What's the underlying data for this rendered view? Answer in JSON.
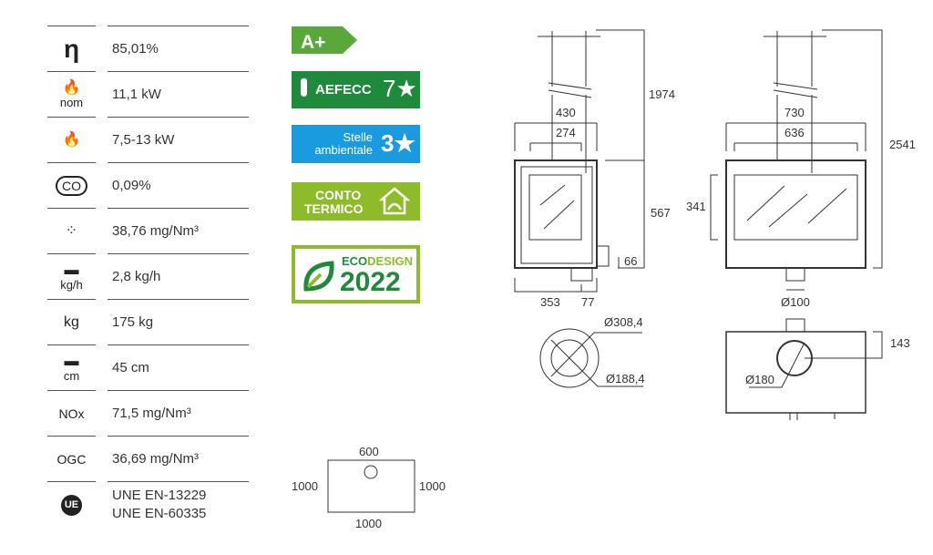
{
  "specs": [
    {
      "icon": "efficiency-eta-icon",
      "symbol": "η",
      "sub": "",
      "value": "85,01%"
    },
    {
      "icon": "nominal-power-flame-icon",
      "symbol": "🔥",
      "sub": "nom",
      "value": "11,1 kW"
    },
    {
      "icon": "power-range-flames-icon",
      "symbol": "🔥",
      "sub": "",
      "value": "7,5-13 kW"
    },
    {
      "icon": "co-cloud-icon",
      "symbol": "CO",
      "sub": "",
      "value": "0,09%"
    },
    {
      "icon": "particulate-dots-icon",
      "symbol": "⁘",
      "sub": "",
      "value": "38,76 mg/Nm³"
    },
    {
      "icon": "wood-consumption-icon",
      "symbol": "▬",
      "sub": "kg/h",
      "value": "2,8 kg/h"
    },
    {
      "icon": "weight-icon",
      "symbol": "kg",
      "sub": "",
      "value": "175 kg"
    },
    {
      "icon": "log-length-icon",
      "symbol": "▬",
      "sub": "cm",
      "value": "45 cm"
    },
    {
      "icon": "nox-label",
      "symbol": "NOx",
      "sub": "",
      "value": "71,5 mg/Nm³"
    },
    {
      "icon": "ogc-label",
      "symbol": "OGC",
      "sub": "",
      "value": "36,69 mg/Nm³"
    },
    {
      "icon": "ue-seal-icon",
      "symbol": "UE",
      "sub": "",
      "value": "UNE EN-13229\nUNE EN-60335"
    }
  ],
  "badges": {
    "energy_class": "A+",
    "aefecc_label": "AEFECC",
    "aefecc_stars": "7★",
    "stelle_line1": "Stelle",
    "stelle_line2": "ambientale",
    "stelle_stars": "3★",
    "conto_line1": "CONTO",
    "conto_line2": "TERMICO",
    "eco_a": "ECO",
    "eco_b": "DESIGN",
    "eco_year": "2022"
  },
  "colors": {
    "green": "#5aa83a",
    "dark_green": "#1f8a3c",
    "blue": "#1a9be0",
    "lime": "#8dbb2a"
  },
  "dims": {
    "side": {
      "h_total": "1974",
      "h_body": "567",
      "w_outer": "430",
      "w_inner": "274",
      "d1": "353",
      "d2": "77",
      "h_outlet": "66"
    },
    "front": {
      "w_outer": "730",
      "w_inner": "636",
      "h_glass": "341",
      "h_total": "2541",
      "flue": "Ø100"
    },
    "top_round": {
      "outer": "Ø308,4",
      "inner": "Ø188,4"
    },
    "top_front": {
      "depth": "143",
      "flue": "Ø180"
    },
    "clearance": {
      "top": "600",
      "left": "1000",
      "right": "1000",
      "bottom": "1000"
    }
  }
}
